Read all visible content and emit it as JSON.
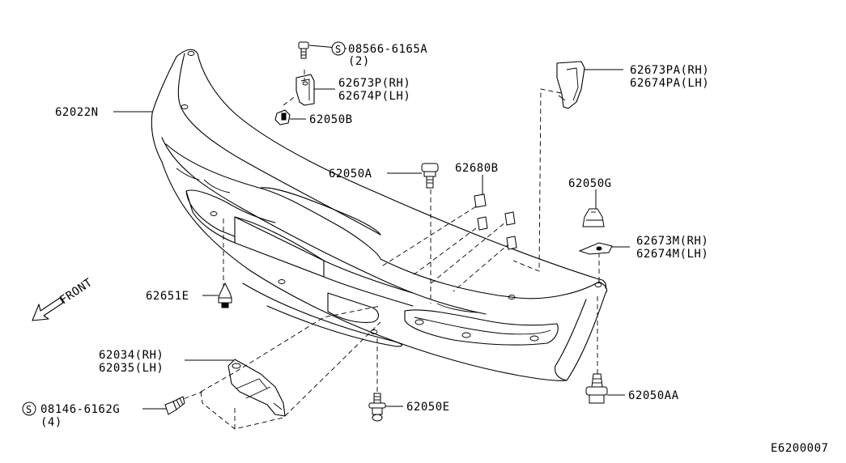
{
  "parts": {
    "p1": "08566-6165A",
    "p1_qty": "(2)",
    "p2_rh": "62673P(RH)",
    "p2_lh": "62674P(LH)",
    "p3": "62050B",
    "p4": "62022N",
    "p5_rh": "62673PA(RH)",
    "p5_lh": "62674PA(LH)",
    "p6": "62050A",
    "p7": "62680B",
    "p8": "62050G",
    "p9_rh": "62673M(RH)",
    "p9_lh": "62674M(LH)",
    "p10": "62651E",
    "p11_rh": "62034(RH)",
    "p11_lh": "62035(LH)",
    "p12": "08146-6162G",
    "p12_qty": "(4)",
    "p13": "62050E",
    "p14": "62050AA"
  },
  "front_label": "FRONT",
  "s_mark": "S",
  "diagram_code": "E6200007"
}
